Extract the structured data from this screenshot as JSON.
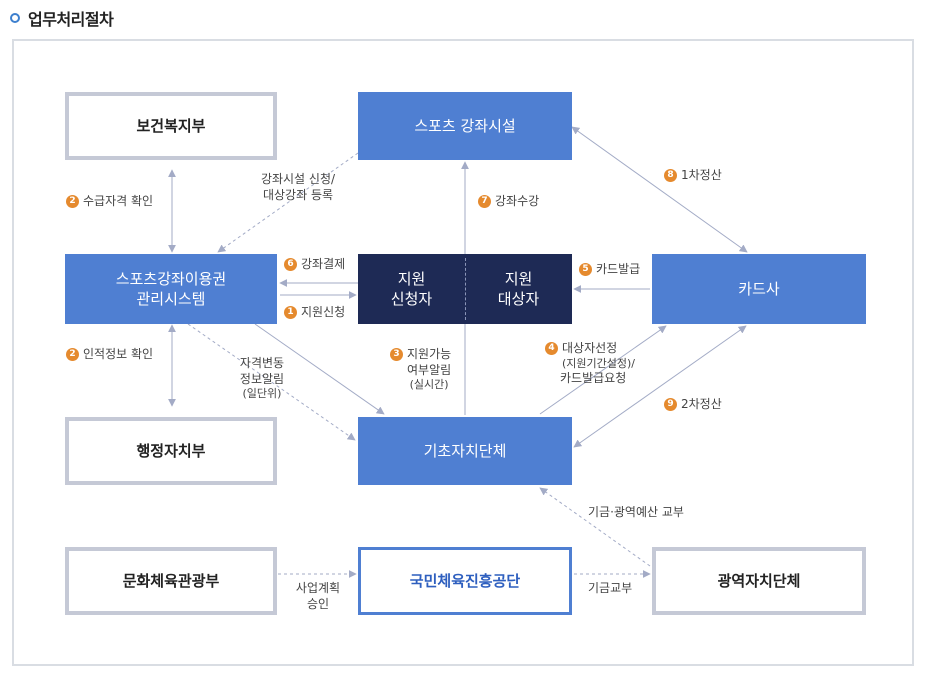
{
  "page": {
    "title": "업무처리절차"
  },
  "boxes": {
    "health": "보건복지부",
    "facility": "스포츠 강좌시설",
    "system_line1": "스포츠강좌이용권",
    "system_line2": "관리시스템",
    "applicant_line1": "지원",
    "applicant_line2": "신청자",
    "target_line1": "지원",
    "target_line2": "대상자",
    "card": "카드사",
    "admin": "행정자치부",
    "local": "기초자치단체",
    "culture": "문화체육관광부",
    "nsf": "국민체육진흥공단",
    "regional": "광역자치단체"
  },
  "labels": {
    "l2a": {
      "num": "2",
      "text": "수급자격 확인"
    },
    "facility_apply_1": "강좌시설 신청/",
    "facility_apply_2": "대상강좌 등록",
    "l6": {
      "num": "6",
      "text": "강좌결제"
    },
    "l1": {
      "num": "1",
      "text": "지원신청"
    },
    "l7": {
      "num": "7",
      "text": "강좌수강"
    },
    "l8": {
      "num": "8",
      "text": "1차정산"
    },
    "l5": {
      "num": "5",
      "text": "카드발급"
    },
    "l2b": {
      "num": "2",
      "text": "인적정보 확인"
    },
    "change_1": "자격변동",
    "change_2": "정보알림",
    "change_3": "(일단위)",
    "l3": {
      "num": "3",
      "line1": "지원가능",
      "line2": "여부알림",
      "line3": "(실시간)"
    },
    "l4": {
      "num": "4",
      "line1": "대상자선정",
      "line2": "(지원기간설정)/",
      "line3": "카드발급요청"
    },
    "l9": {
      "num": "9",
      "text": "2차정산"
    },
    "fund_regional": "기금·광역예산 교부",
    "plan_1": "사업계획",
    "plan_2": "승인",
    "fund": "기금교부"
  },
  "colors": {
    "accent": "#4f7fd2",
    "navy": "#1e2a55",
    "badge": "#e58a2e",
    "outline": "#c5c9d6"
  }
}
